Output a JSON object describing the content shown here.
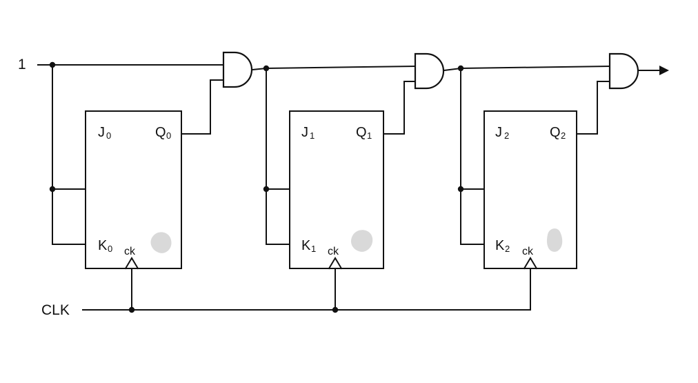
{
  "inputs": {
    "one_label": "1",
    "clk_label": "CLK"
  },
  "flipflops": [
    {
      "j": "J",
      "j_sub": "0",
      "k": "K",
      "k_sub": "0",
      "q": "Q",
      "q_sub": "0",
      "clock": "ck"
    },
    {
      "j": "J",
      "j_sub": "1",
      "k": "K",
      "k_sub": "1",
      "q": "Q",
      "q_sub": "1",
      "clock": "ck"
    },
    {
      "j": "J",
      "j_sub": "2",
      "k": "K",
      "k_sub": "2",
      "q": "Q",
      "q_sub": "2",
      "clock": "ck"
    }
  ],
  "gates": [
    "AND",
    "AND",
    "AND"
  ],
  "colors": {
    "line": "#111111",
    "smudge": "#d9d9d9",
    "background": "#ffffff"
  }
}
